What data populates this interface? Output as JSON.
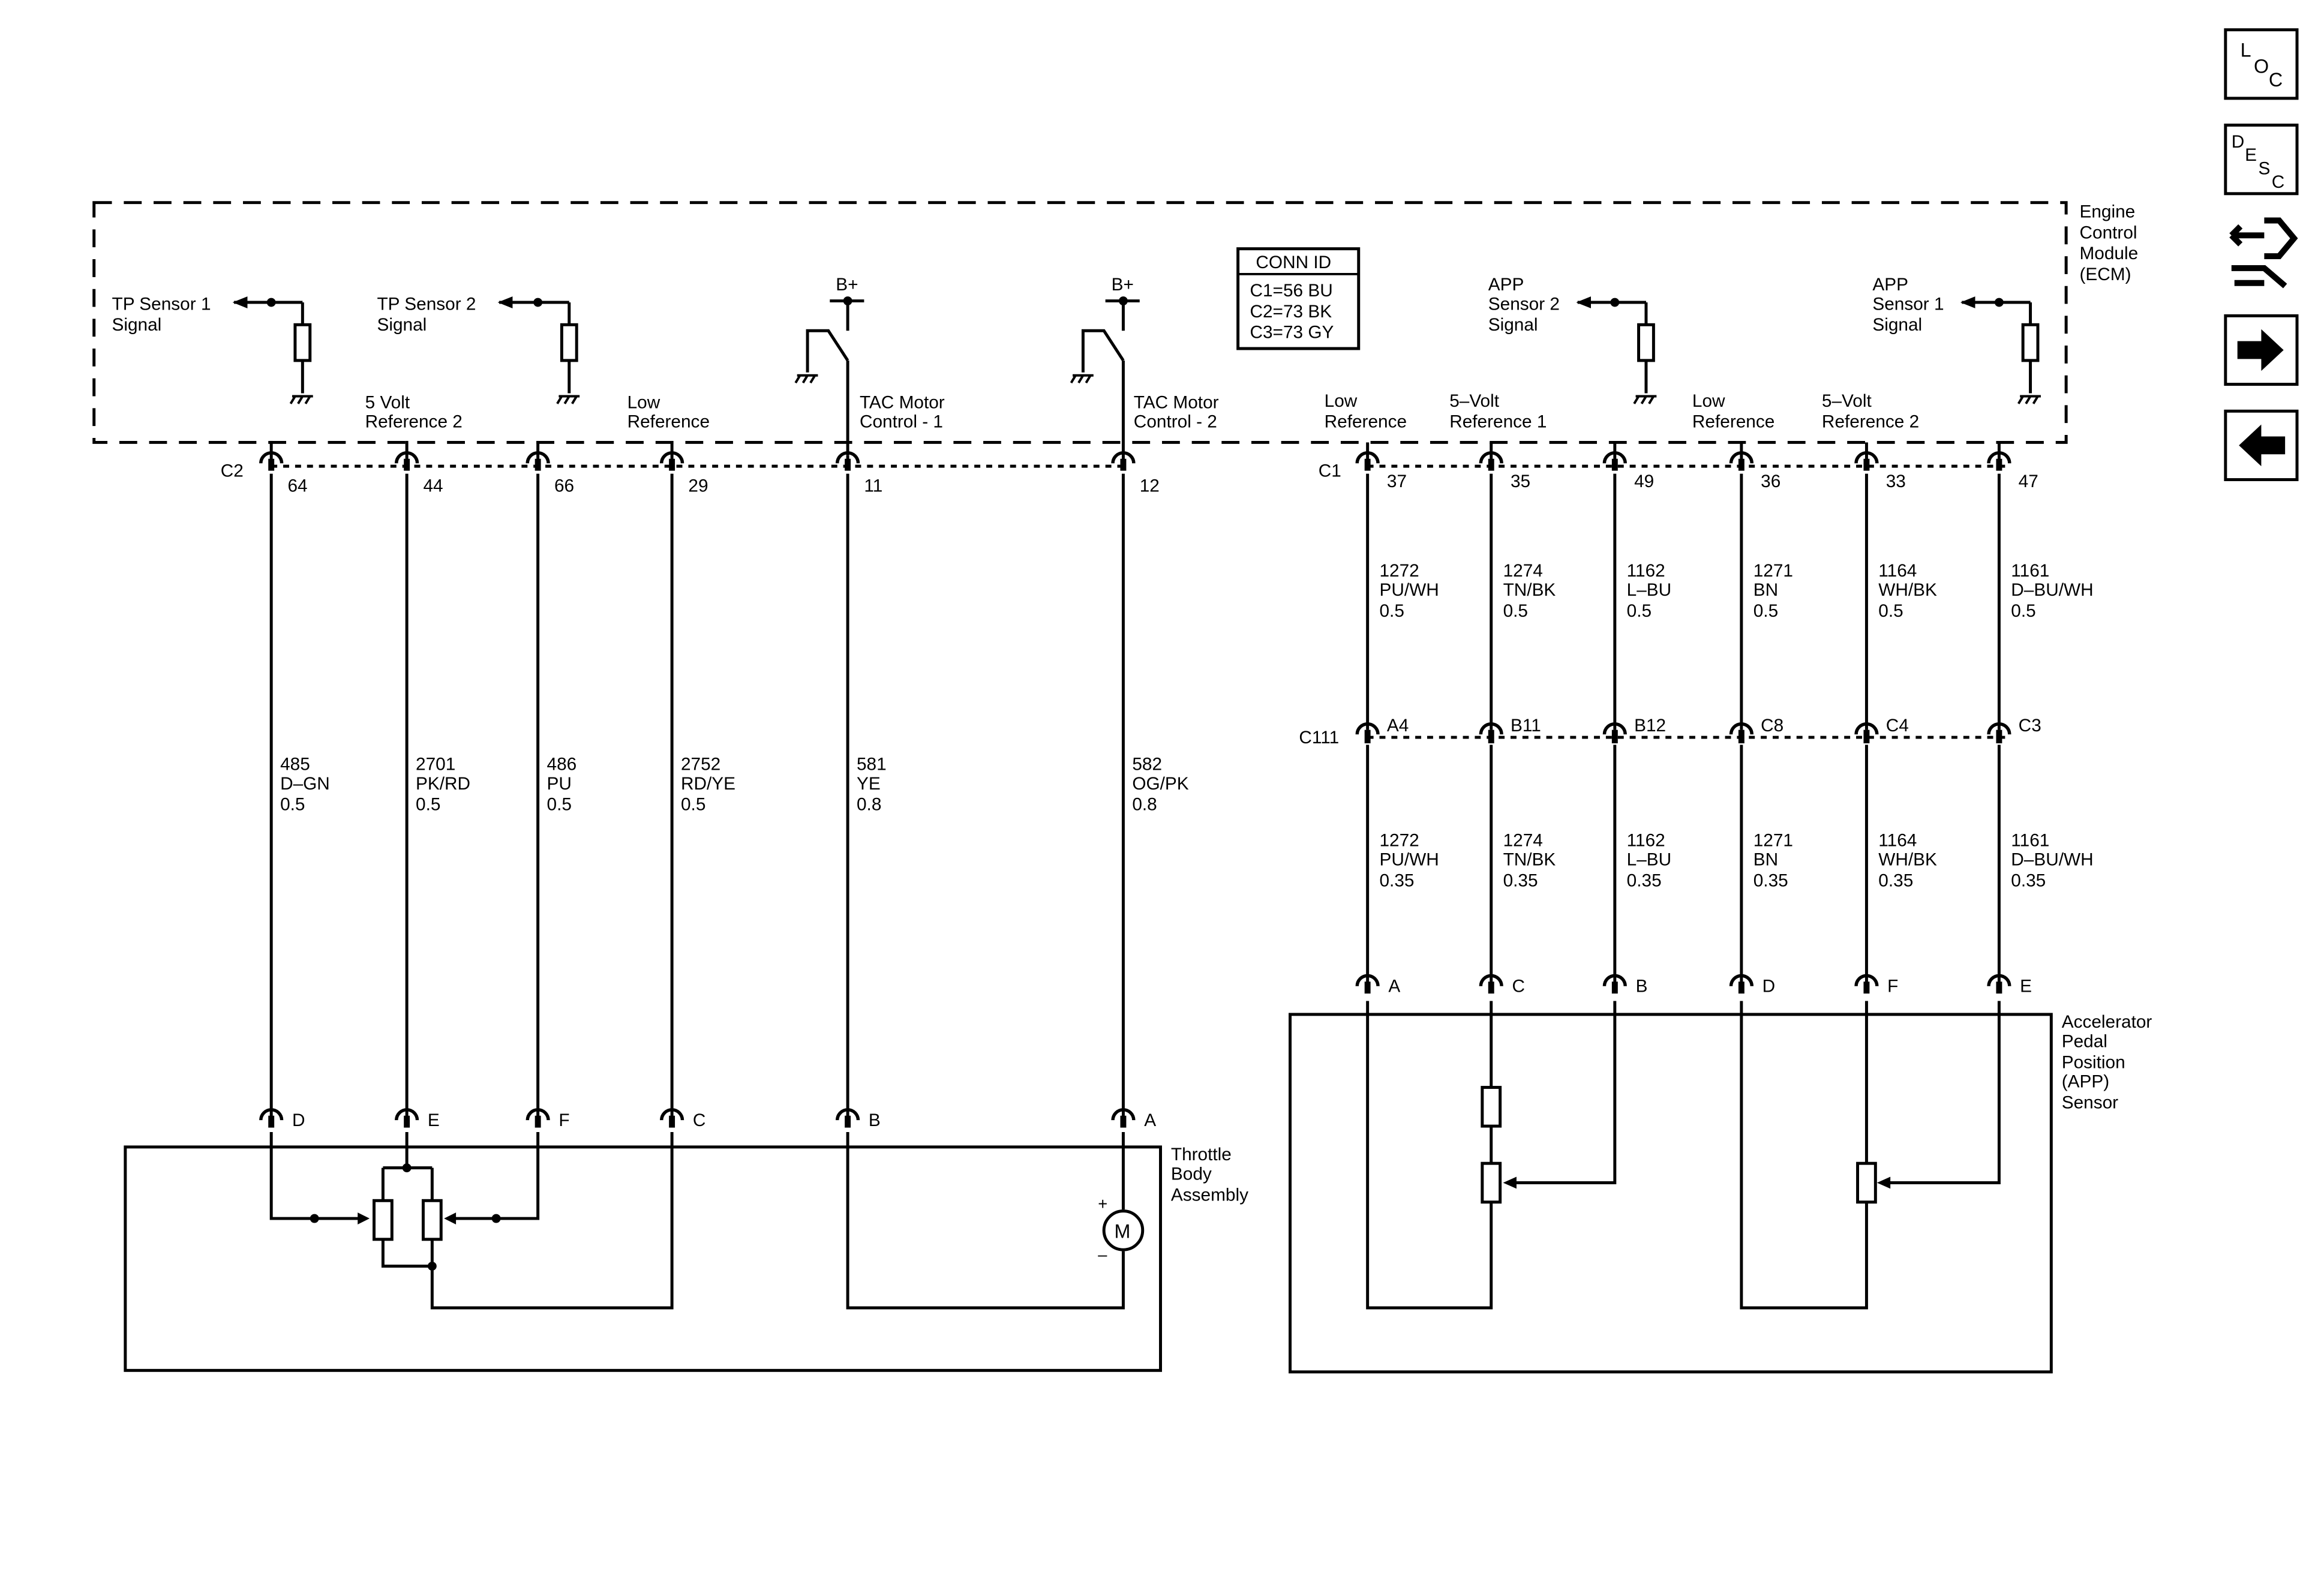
{
  "nav": {
    "loc": {
      "l1": "L",
      "l2": "O",
      "l3": "C"
    },
    "desc": {
      "l1": "D",
      "l2": "E",
      "l3": "S",
      "l4": "C"
    },
    "icons": [
      "loc-icon",
      "desc-icon",
      "connector-tool-icon",
      "next-arrow-icon",
      "back-arrow-icon"
    ]
  },
  "ecm": {
    "label": [
      "Engine",
      "Control",
      "Module",
      "(ECM)"
    ],
    "conn_id": {
      "title": "CONN ID",
      "rows": [
        "C1=56 BU",
        "C2=73 BK",
        "C3=73 GY"
      ]
    },
    "inner_labels": {
      "tp1": [
        "TP Sensor 1",
        "Signal"
      ],
      "vref2": [
        "5 Volt",
        "Reference 2"
      ],
      "tp2": [
        "TP Sensor 2",
        "Signal"
      ],
      "lowref": [
        "Low",
        "Reference"
      ],
      "tac1": [
        "TAC Motor",
        "Control - 1"
      ],
      "tac2": [
        "TAC Motor",
        "Control - 2"
      ],
      "lowref_app1": [
        "Low",
        "Reference"
      ],
      "vref1_app": [
        "5–Volt",
        "Reference 1"
      ],
      "app2": [
        "APP",
        "Sensor 2",
        "Signal"
      ],
      "lowref_app2": [
        "Low",
        "Reference"
      ],
      "vref2_app": [
        "5–Volt",
        "Reference 2"
      ],
      "app1": [
        "APP",
        "Sensor 1",
        "Signal"
      ]
    },
    "bplus": "B+"
  },
  "connectors": {
    "c2": "C2",
    "c2_pins": [
      "64",
      "44",
      "66",
      "29",
      "11",
      "12"
    ],
    "c1": "C1",
    "c1_pins": [
      "37",
      "35",
      "49",
      "36",
      "33",
      "47"
    ],
    "c111": "C111",
    "c111_pins": [
      "A4",
      "B11",
      "B12",
      "C8",
      "C4",
      "C3"
    ]
  },
  "wires_left": [
    {
      "circuit": "485",
      "color": "D–GN",
      "gauge": "0.5"
    },
    {
      "circuit": "2701",
      "color": "PK/RD",
      "gauge": "0.5"
    },
    {
      "circuit": "486",
      "color": "PU",
      "gauge": "0.5"
    },
    {
      "circuit": "2752",
      "color": "RD/YE",
      "gauge": "0.5"
    },
    {
      "circuit": "581",
      "color": "YE",
      "gauge": "0.8"
    },
    {
      "circuit": "582",
      "color": "OG/PK",
      "gauge": "0.8"
    }
  ],
  "wires_right_upper": [
    {
      "circuit": "1272",
      "color": "PU/WH",
      "gauge": "0.5"
    },
    {
      "circuit": "1274",
      "color": "TN/BK",
      "gauge": "0.5"
    },
    {
      "circuit": "1162",
      "color": "L–BU",
      "gauge": "0.5"
    },
    {
      "circuit": "1271",
      "color": "BN",
      "gauge": "0.5"
    },
    {
      "circuit": "1164",
      "color": "WH/BK",
      "gauge": "0.5"
    },
    {
      "circuit": "1161",
      "color": "D–BU/WH",
      "gauge": "0.5"
    }
  ],
  "wires_right_lower": [
    {
      "circuit": "1272",
      "color": "PU/WH",
      "gauge": "0.35"
    },
    {
      "circuit": "1274",
      "color": "TN/BK",
      "gauge": "0.35"
    },
    {
      "circuit": "1162",
      "color": "L–BU",
      "gauge": "0.35"
    },
    {
      "circuit": "1271",
      "color": "BN",
      "gauge": "0.35"
    },
    {
      "circuit": "1164",
      "color": "WH/BK",
      "gauge": "0.35"
    },
    {
      "circuit": "1161",
      "color": "D–BU/WH",
      "gauge": "0.35"
    }
  ],
  "throttle": {
    "label": [
      "Throttle",
      "Body",
      "Assembly"
    ],
    "pins": [
      "D",
      "E",
      "F",
      "C",
      "B",
      "A"
    ],
    "motor": "M",
    "plus": "+",
    "minus": "–"
  },
  "app_sensor": {
    "label": [
      "Accelerator",
      "Pedal",
      "Position",
      "(APP)",
      "Sensor"
    ],
    "pins": [
      "A",
      "C",
      "B",
      "D",
      "F",
      "E"
    ]
  }
}
